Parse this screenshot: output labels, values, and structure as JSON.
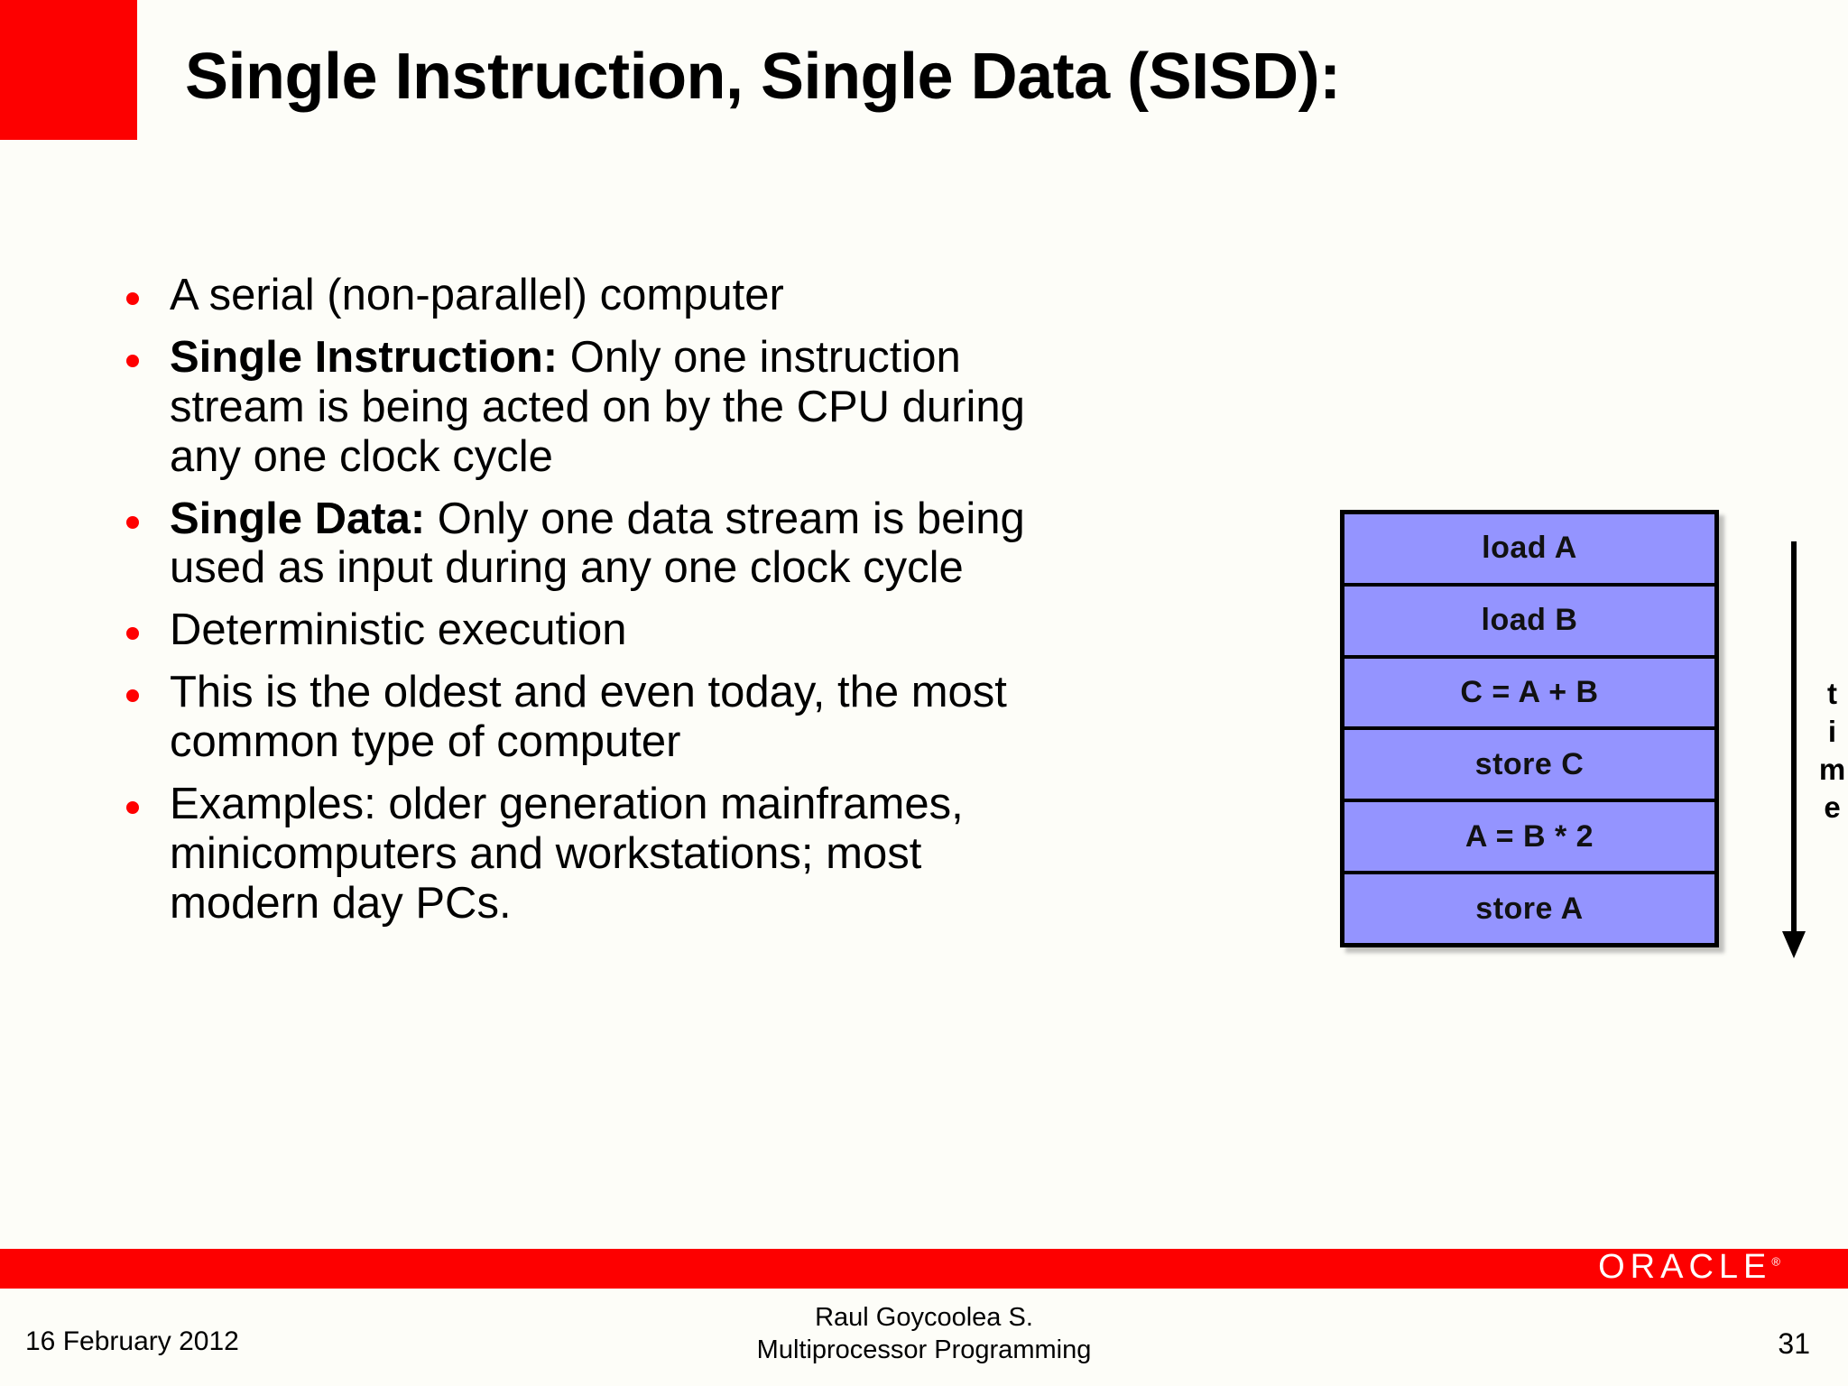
{
  "slide": {
    "title": "Single Instruction, Single Data (SISD):",
    "accent_color": "#fd0000",
    "box_color": "#9494ff"
  },
  "bullets": [
    {
      "lead": "",
      "text": "A serial (non-parallel) computer"
    },
    {
      "lead": "Single Instruction:",
      "text": " Only one instruction stream is being acted on by the CPU during any one clock cycle"
    },
    {
      "lead": "Single Data:",
      "text": " Only one data stream is being used as input during any one clock cycle"
    },
    {
      "lead": "",
      "text": "Deterministic execution"
    },
    {
      "lead": "",
      "text": "This is the oldest and even today, the most common type of computer"
    },
    {
      "lead": "",
      "text": "Examples: older generation mainframes, minicomputers and workstations; most modern day PCs."
    }
  ],
  "diagram": {
    "instructions": [
      "load A",
      "load B",
      "C = A + B",
      "store C",
      "A = B * 2",
      "store A"
    ],
    "axis_label": "time"
  },
  "footer": {
    "date": "16 February 2012",
    "author": "Raul Goycoolea S.",
    "course": "Multiprocessor Programming",
    "page_number": "31",
    "brand": "ORACLE",
    "brand_mark": "®"
  }
}
